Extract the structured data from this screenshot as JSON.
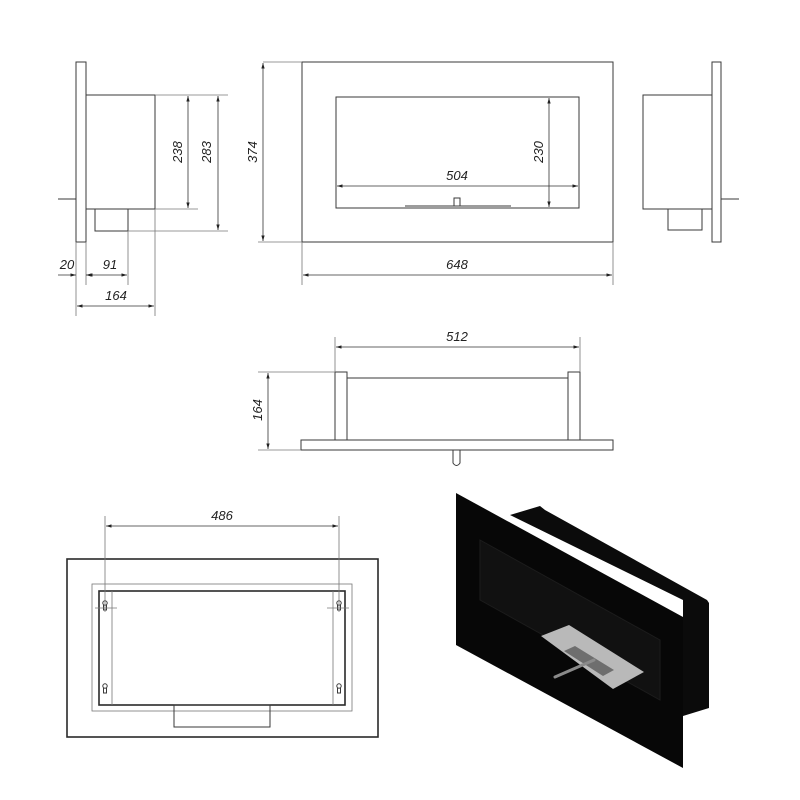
{
  "drawing": {
    "subject": "wall-mounted bio fireplace technical drawing",
    "views": {
      "side_left": {
        "dimensions": {
          "box_height": "238",
          "total_height": "283",
          "plate_thickness": "20",
          "foot_offset": "91",
          "depth": "164"
        }
      },
      "front": {
        "dimensions": {
          "outer_height": "374",
          "outer_width": "648",
          "opening_width": "504",
          "opening_height": "230"
        }
      },
      "side_right": {},
      "top": {
        "dimensions": {
          "box_width": "512",
          "depth": "164"
        }
      },
      "back": {
        "dimensions": {
          "mount_spacing": "486"
        }
      },
      "isometric": {
        "colors": {
          "body": "#0b0b0b",
          "tray": "#b9b9b9",
          "tray_slot": "#6e6e6e"
        }
      }
    },
    "colors": {
      "background": "#ffffff",
      "line": "#3a3a3a"
    }
  }
}
